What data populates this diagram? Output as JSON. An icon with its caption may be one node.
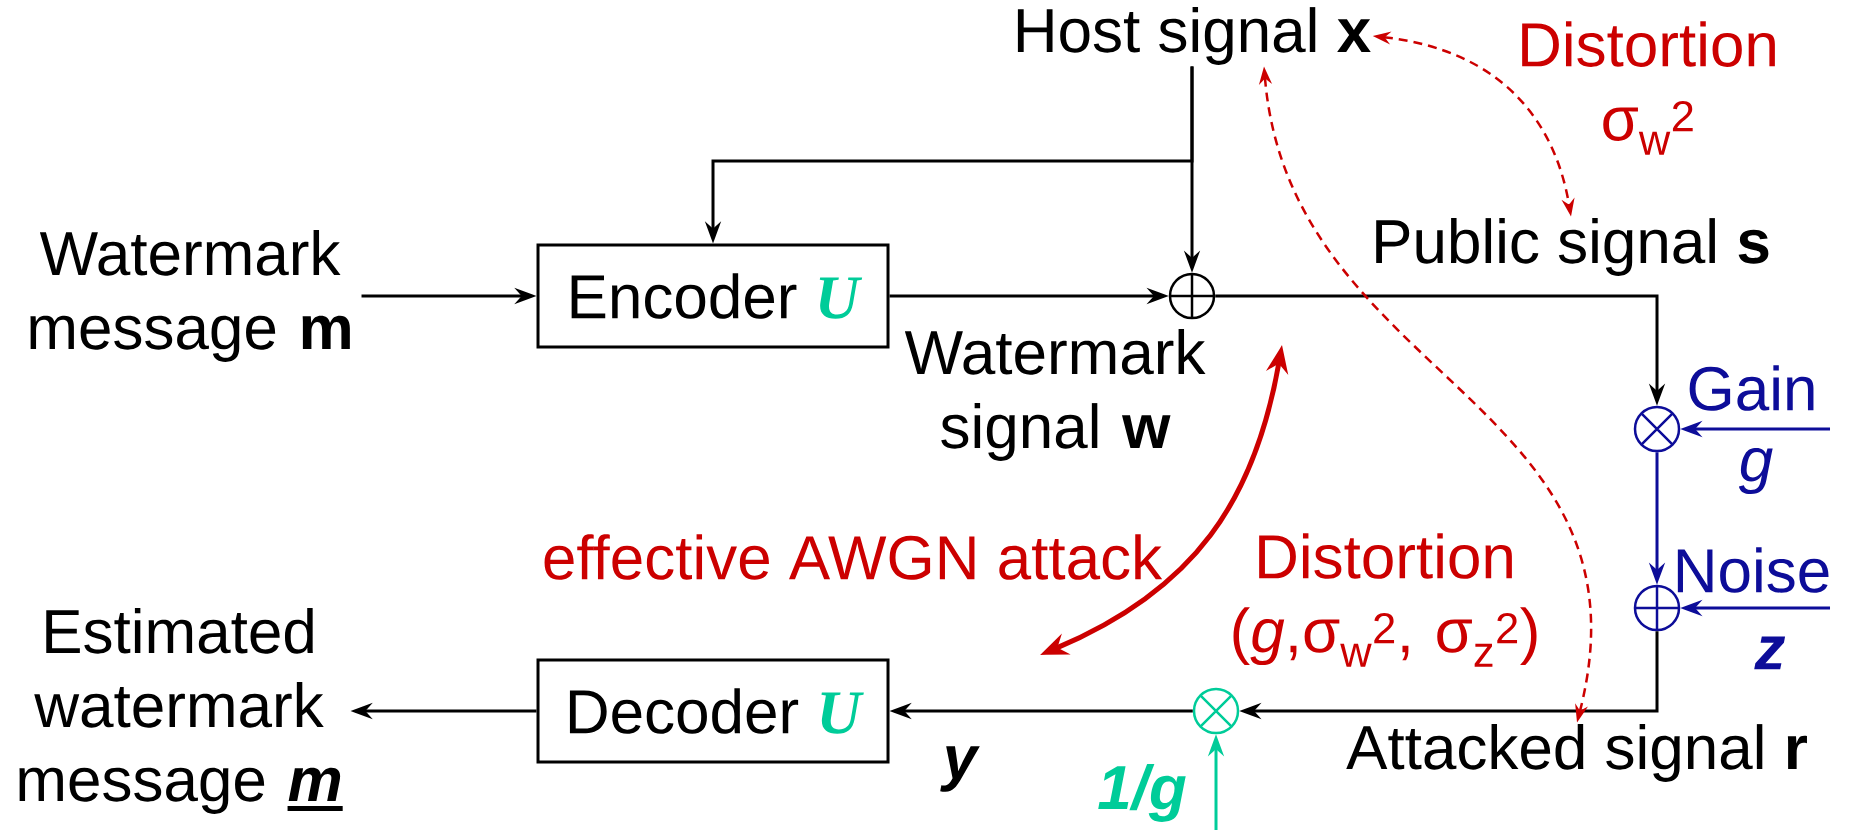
{
  "diagram": {
    "nodes": [
      {
        "text": [
          "Host signal **x**"
        ]
      },
      {
        "text": [
          "Watermark message **m**"
        ]
      },
      {
        "text": [
          "Encoder",
          "U"
        ]
      },
      {
        "text": [],
        "shape": "circle"
      },
      {
        "text": [
          "Public signal **s**"
        ]
      },
      {
        "text": [],
        "shape": "circle"
      },
      {
        "text": [],
        "shape": "circle"
      },
      {
        "text": [],
        "shape": "circle"
      },
      {
        "text": [
          "Attacked signal **r**"
        ]
      },
      {
        "text": [
          "Decoder",
          "U"
        ]
      },
      {
        "text": [
          "Estimated watermark message",
          "m"
        ]
      }
    ],
    "edges": [
      {
        "from": 0,
        "to": 3,
        "arrow": "to"
      },
      {
        "from": 0,
        "to": 2,
        "arrow": "to"
      },
      {
        "from": 1,
        "to": 2,
        "arrow": "to"
      },
      {
        "from": 2,
        "to": 3,
        "arrow": "to",
        "label": "Watermark signal **w**"
      },
      {
        "from": 3,
        "to": 5,
        "arrow": "to"
      },
      {
        "from": 5,
        "to": 6,
        "arrow": "to",
        "color": "#0d0d99"
      },
      {
        "from": 6,
        "to": 7,
        "arrow": "to"
      },
      {
        "from": 7,
        "to": 9,
        "arrow": "to",
        "label": "y"
      },
      {
        "from": 9,
        "to": 10,
        "arrow": "to"
      },
      {
        "from": null,
        "to": 5,
        "arrow": "to",
        "color": "#0d0d99"
      },
      {
        "from": null,
        "to": 6,
        "arrow": "to",
        "color": "#0d0d99"
      },
      {
        "from": null,
        "to": 7,
        "arrow": "to",
        "color": "#00cc99"
      },
      {
        "from": 0,
        "to": 4,
        "arrow": "both",
        "style": "dashed",
        "color": "#cc0000",
        "label": "Distortion σ$_{w}$$^{2}$"
      },
      {
        "from": 0,
        "to": 8,
        "arrow": "both",
        "style": "dashed",
        "color": "#cc0000",
        "label": "Distortion (*g*,σ$_{w}$$^{2}$, σ$_{z}$$^{2}$)"
      }
    ],
    "labels": [
      "Gain",
      "g",
      "Noise",
      "z",
      "1/g",
      "effective AWGN attack"
    ]
  }
}
